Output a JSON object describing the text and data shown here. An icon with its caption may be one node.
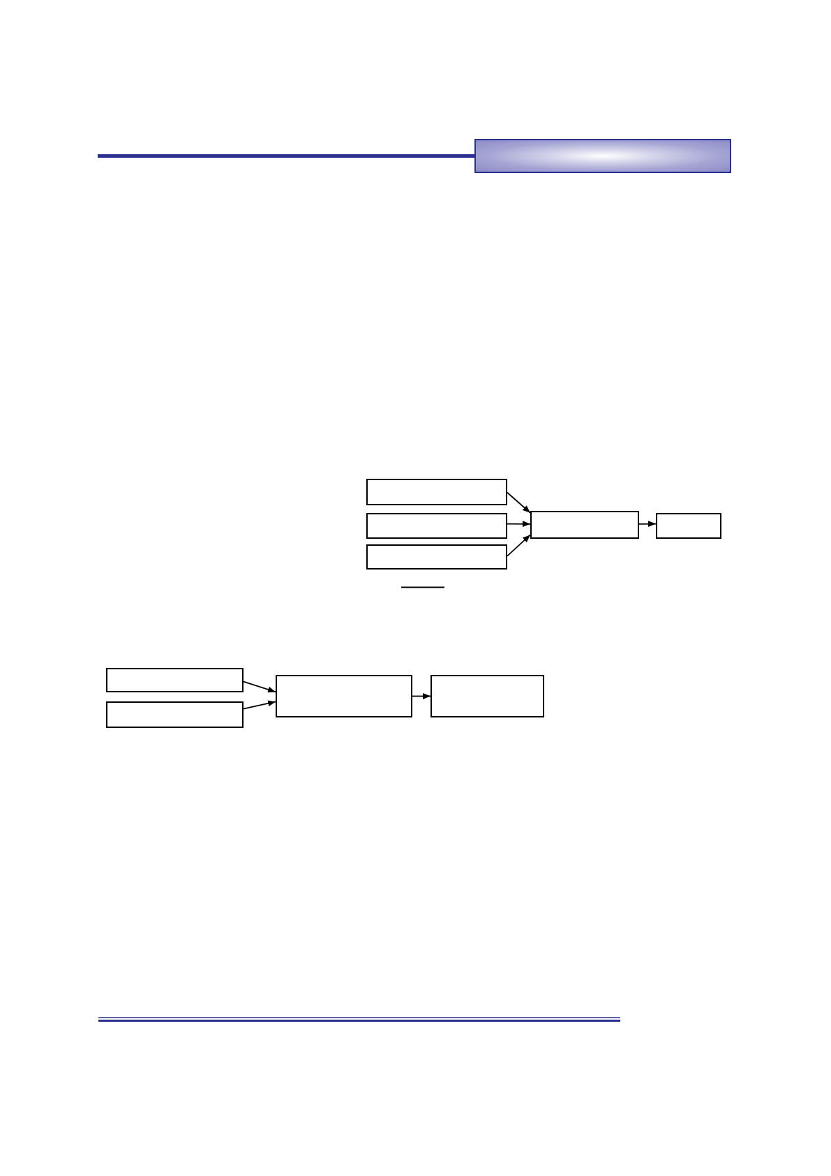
{
  "diagram": {
    "nodes": [
      {
        "text": [],
        "shape": "box"
      },
      {
        "text": [],
        "shape": "box"
      },
      {
        "text": [],
        "shape": "box"
      },
      {
        "text": [],
        "shape": "box"
      },
      {
        "text": [],
        "shape": "box"
      },
      {
        "text": [],
        "shape": "box"
      },
      {
        "text": [],
        "shape": "box"
      },
      {
        "text": [],
        "shape": "box"
      },
      {
        "text": [],
        "shape": "box"
      }
    ],
    "edges": [
      {
        "from": 0,
        "to": 3,
        "arrow": "to"
      },
      {
        "from": 1,
        "to": 3,
        "arrow": "to"
      },
      {
        "from": 2,
        "to": 3,
        "arrow": "to"
      },
      {
        "from": 3,
        "to": 4,
        "arrow": "to"
      },
      {
        "from": 5,
        "to": 7,
        "arrow": "to"
      },
      {
        "from": 6,
        "to": 7,
        "arrow": "to"
      },
      {
        "from": 7,
        "to": 8,
        "arrow": "to"
      }
    ]
  }
}
